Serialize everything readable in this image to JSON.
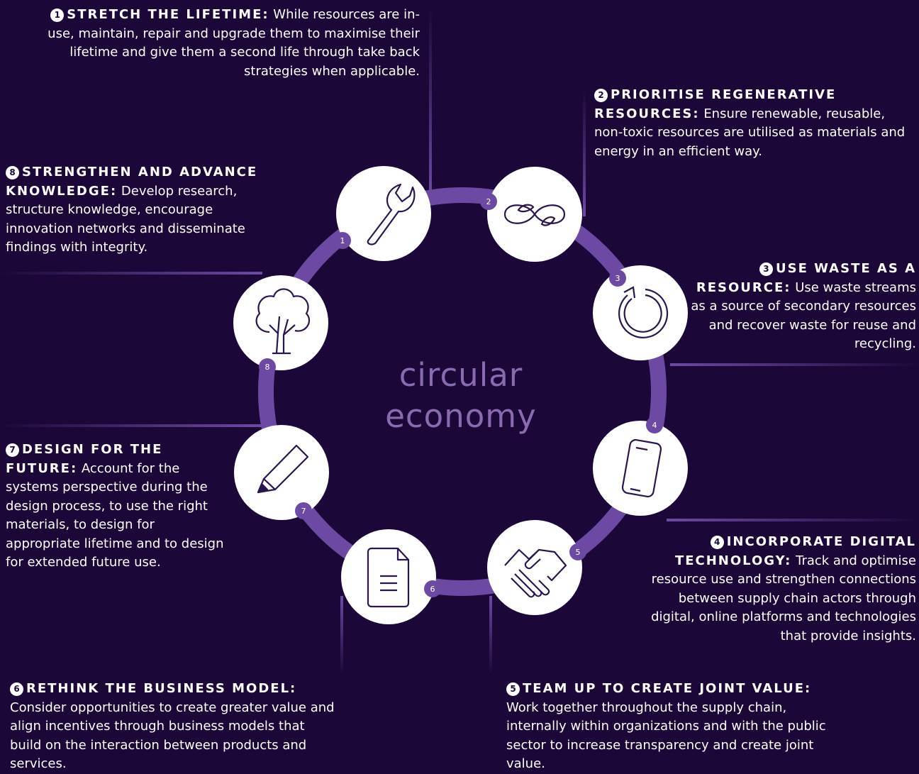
{
  "center": {
    "line1": "circular",
    "line2": "economy"
  },
  "colors": {
    "background": "#1c0838",
    "ring": "#6c4aa3",
    "node": "#ffffff",
    "icon": "#2a1550",
    "center_text": "#8b6bb0"
  },
  "steps": [
    {
      "number": "1",
      "badge_glyph": "❶",
      "title": "STRETCH THE LIFETIME:",
      "body": "While resources are in-use, maintain, repair and upgrade them to maximise their lifetime and give them a second life through take back strategies when applicable.",
      "icon": "wrench-icon"
    },
    {
      "number": "2",
      "badge_glyph": "❷",
      "title": "PRIORITISE REGENERATIVE RESOURCES:",
      "body": "Ensure renewable, reusable, non-toxic resources are utilised as materials and energy in an efficient way.",
      "icon": "infinity-leaf-icon"
    },
    {
      "number": "3",
      "badge_glyph": "❸",
      "title": "USE WASTE AS A RESOURCE:",
      "body": "Use waste streams as a source of secondary resources and recover waste for reuse and recycling.",
      "icon": "cycle-arrow-icon"
    },
    {
      "number": "4",
      "badge_glyph": "❹",
      "title": "INCORPORATE DIGITAL TECHNOLOGY:",
      "body": "Track and optimise resource use and strengthen connections between supply chain actors through digital, online platforms and technologies that provide insights.",
      "icon": "smartphone-icon"
    },
    {
      "number": "5",
      "badge_glyph": "❺",
      "title": "TEAM UP TO CREATE JOINT VALUE:",
      "body": "Work together throughout the supply chain, internally within organizations and with the public sector to increase transparency and create joint value.",
      "icon": "handshake-icon"
    },
    {
      "number": "6",
      "badge_glyph": "❻",
      "title": "RETHINK THE BUSINESS MODEL:",
      "body": "Consider opportunities to create greater value and align incentives through business models that build on the interaction between products and services.",
      "icon": "document-icon"
    },
    {
      "number": "7",
      "badge_glyph": "❼",
      "title": "DESIGN FOR THE FUTURE:",
      "body": "Account for the systems perspective during the design process, to use the right materials, to design for appropriate lifetime and to design for extended future use.",
      "icon": "pencil-icon"
    },
    {
      "number": "8",
      "badge_glyph": "❽",
      "title": "STRENGTHEN AND ADVANCE KNOWLEDGE:",
      "body": "Develop research, structure knowledge, encourage innovation networks and disseminate findings with integrity.",
      "icon": "tree-icon"
    }
  ]
}
